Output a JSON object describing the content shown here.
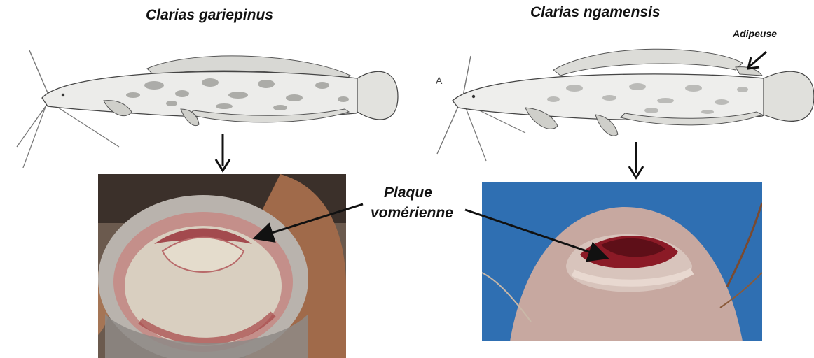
{
  "species": {
    "left": {
      "name": "Clarias gariepinus"
    },
    "right": {
      "name": "Clarias ngamensis",
      "figure_letter": "A"
    }
  },
  "annotations": {
    "adipose": "Adipeuse",
    "plate_line1": "Plaque",
    "plate_line2": "vomérienne"
  },
  "icons": {
    "down_arrow_left": "down-arrow-icon",
    "down_arrow_right": "down-arrow-icon",
    "diagonal_arrow": "diagonal-arrow-icon"
  },
  "colors": {
    "ink": "#111111",
    "drawing": "#3a3a3a",
    "left_photo_bg": "#6b5a4e",
    "right_photo_bg": "#2f6fb2",
    "mouth_red": "#8b1a26"
  }
}
